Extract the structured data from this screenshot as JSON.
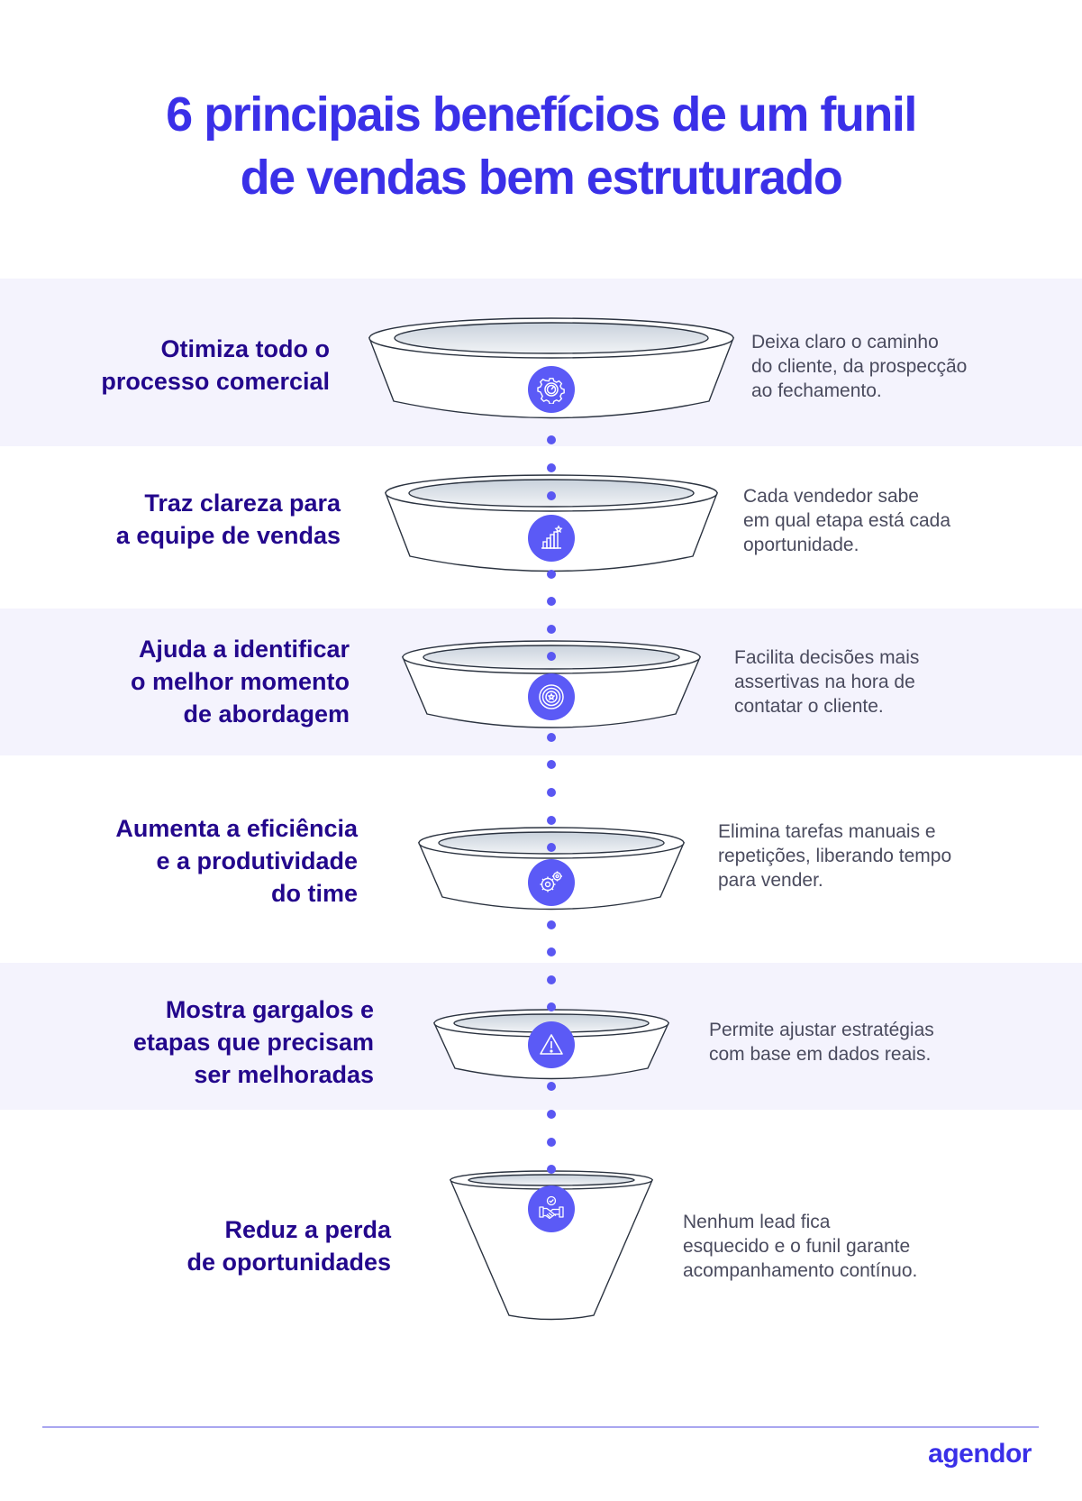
{
  "title": {
    "line1": "6 principais benefícios de um funil",
    "line2": "de vendas bem estruturado",
    "color": "#3a30e8"
  },
  "colors": {
    "heading": "#23078c",
    "description": "#4a4b5e",
    "band_background": "#f4f3fd",
    "icon_badge": "#5b5af6",
    "dots": "#5a57f2",
    "divider": "#a9a6f0"
  },
  "benefits": [
    {
      "heading": [
        "Otimiza todo o",
        "processo comercial"
      ],
      "description": [
        "Deixa claro o caminho",
        "do cliente, da prospecção",
        "ao fechamento."
      ],
      "icon": "gear-gauge-icon"
    },
    {
      "heading": [
        "Traz clareza para",
        "a equipe de vendas"
      ],
      "description": [
        "Cada vendedor sabe",
        "em qual etapa está cada",
        "oportunidade."
      ],
      "icon": "growth-stairs-star-icon"
    },
    {
      "heading": [
        "Ajuda a identificar",
        "o melhor momento",
        "de abordagem"
      ],
      "description": [
        "Facilita decisões mais",
        "assertivas na hora de",
        "contatar o cliente."
      ],
      "icon": "target-icon"
    },
    {
      "heading": [
        "Aumenta a eficiência",
        "e a produtividade",
        "do time"
      ],
      "description": [
        "Elimina tarefas manuais e",
        "repetições, liberando tempo",
        "para vender."
      ],
      "icon": "gears-icon"
    },
    {
      "heading": [
        "Mostra gargalos e",
        "etapas que precisam",
        "ser melhoradas"
      ],
      "description": [
        "Permite ajustar estratégias",
        "com base em dados reais."
      ],
      "icon": "warning-triangle-icon"
    },
    {
      "heading": [
        "Reduz a perda",
        "de oportunidades"
      ],
      "description": [
        "Nenhum lead fica",
        "esquecido e o funil garante",
        "acompanhamento contínuo."
      ],
      "icon": "handshake-check-icon"
    }
  ],
  "footer": {
    "logo": "agendor"
  }
}
